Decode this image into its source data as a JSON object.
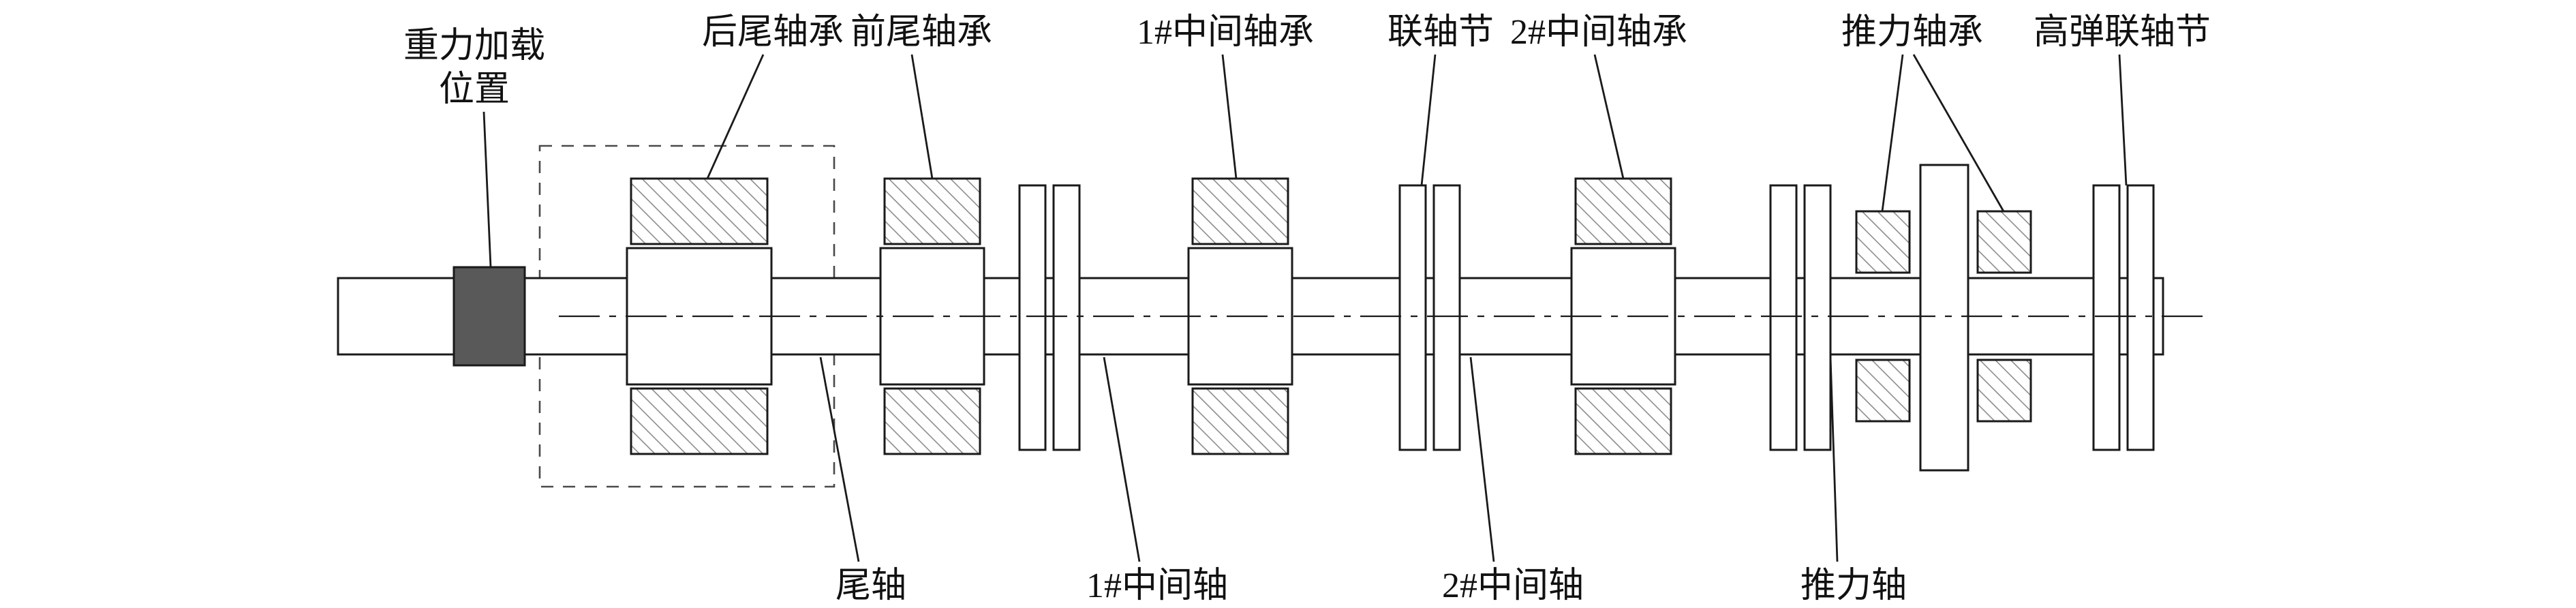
{
  "colors": {
    "line": "#1a1a1a",
    "hatch_line": "#8c8c8c",
    "gravity_block_fill": "#595959",
    "background": "#ffffff"
  },
  "top_labels": {
    "gravity_load_position_line1": "重力加载",
    "gravity_load_position_line2": "位置",
    "aft_stern_bearing": "后尾轴承",
    "forward_stern_bearing": "前尾轴承",
    "intermediate_bearing_1": "1#中间轴承",
    "coupling": "联轴节",
    "intermediate_bearing_2": "2#中间轴承",
    "thrust_bearing": "推力轴承",
    "high_elastic_coupling": "高弹联轴节"
  },
  "bottom_labels": {
    "stern_shaft": "尾轴",
    "intermediate_shaft_1": "1#中间轴",
    "intermediate_shaft_2": "2#中间轴",
    "thrust_shaft": "推力轴"
  }
}
